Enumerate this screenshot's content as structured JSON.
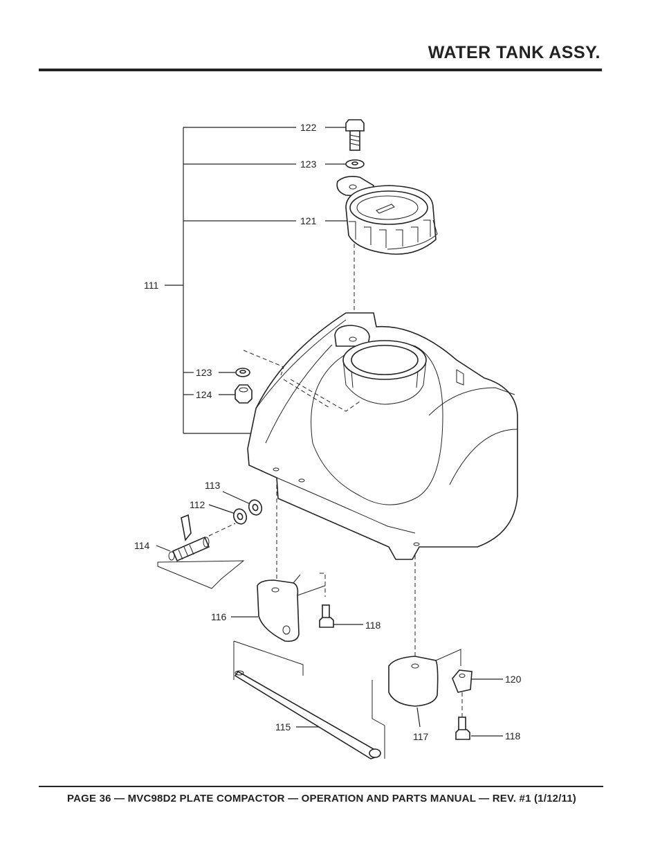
{
  "header": {
    "title": "WATER TANK ASSY."
  },
  "callouts": {
    "c111": "111",
    "c112": "112",
    "c113": "113",
    "c114": "114",
    "c115": "115",
    "c116": "116",
    "c117": "117",
    "c118a": "118",
    "c118b": "118",
    "c120": "120",
    "c121": "121",
    "c122": "122",
    "c123a": "123",
    "c123b": "123",
    "c124": "124"
  },
  "footer": {
    "text": "PAGE 36 — MVC98D2 PLATE COMPACTOR — OPERATION AND PARTS MANUAL — REV. #1 (1/12/11)"
  }
}
